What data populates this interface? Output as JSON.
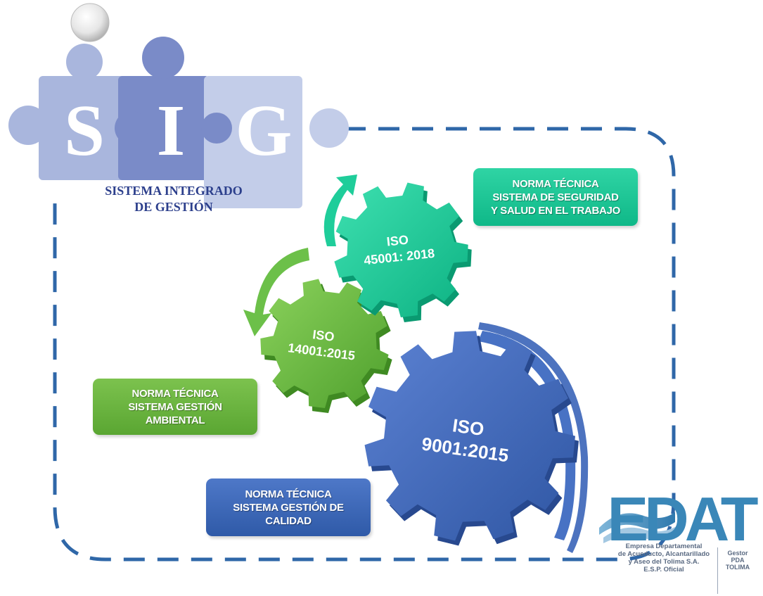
{
  "colors": {
    "frame": "#2f67a8",
    "gear_blue": "#3f69bf",
    "gear_green": "#6abf45",
    "gear_teal": "#17c794",
    "sig_text": "#2c3f8c",
    "edat_blue": "#3a87b8"
  },
  "logo_sig": {
    "letters": [
      "S",
      "I",
      "G"
    ],
    "line1": "SISTEMA INTEGRADO",
    "line2": "DE GESTIÓN"
  },
  "gears": {
    "quality": {
      "line1": "ISO",
      "line2": "9001:2015"
    },
    "environment": {
      "line1": "ISO",
      "line2": "14001:2015"
    },
    "safety": {
      "line1": "ISO",
      "line2": "45001: 2018"
    }
  },
  "labels": {
    "safety": {
      "line1": "NORMA TÉCNICA",
      "line2": "SISTEMA DE SEGURIDAD",
      "line3": "Y SALUD EN EL TRABAJO"
    },
    "environment": {
      "line1": "NORMA TÉCNICA",
      "line2": "SISTEMA GESTIÓN",
      "line3": "AMBIENTAL"
    },
    "quality": {
      "line1": "NORMA TÉCNICA",
      "line2": "SISTEMA GESTIÓN DE",
      "line3": "CALIDAD"
    }
  },
  "logo_edat": {
    "wordmark": "EDAT",
    "caption1": "Empresa Departamental",
    "caption2": "de Acueducto, Alcantarillado",
    "caption3": "y Aseo del Tolima S.A.",
    "caption4": "E.S.P. Oficial",
    "gestor1": "Gestor",
    "gestor2": "PDA",
    "gestor3": "TOLIMA"
  }
}
